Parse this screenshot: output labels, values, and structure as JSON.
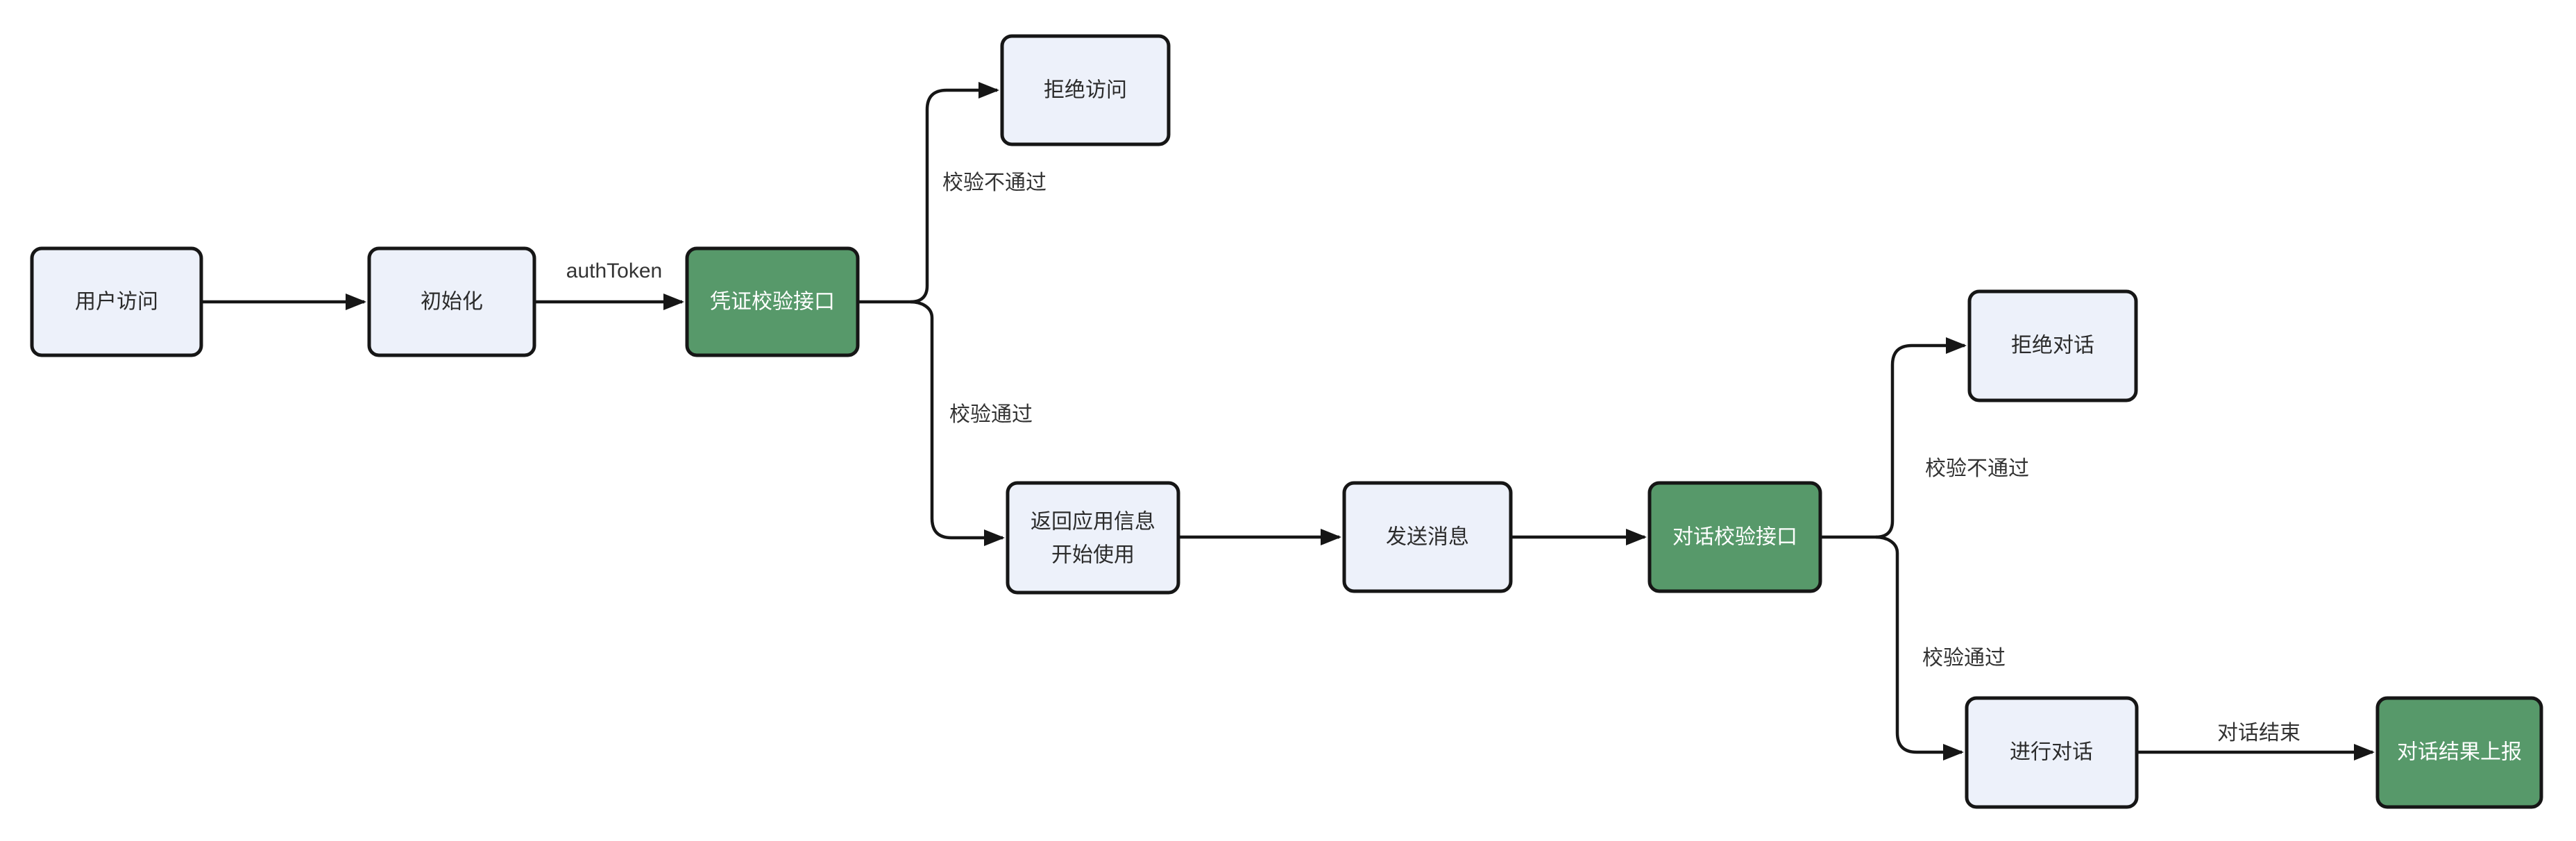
{
  "diagram": {
    "type": "flowchart",
    "direction": "left-to-right",
    "background": "#ffffff",
    "colors": {
      "node_fill": "#edf1fa",
      "node_border": "#161616",
      "node_text": "#2b2b2b",
      "accent_fill": "#57996a",
      "accent_text": "#ffffff",
      "edge_stroke": "#161616",
      "edge_label_text": "#333333"
    },
    "nodes": {
      "user_access": {
        "label": "用户访问"
      },
      "init": {
        "label": "初始化"
      },
      "credential_check": {
        "label": "凭证校验接口"
      },
      "deny_access": {
        "label": "拒绝访问"
      },
      "return_app_info": {
        "line1": "返回应用信息",
        "line2": "开始使用"
      },
      "send_message": {
        "label": "发送消息"
      },
      "dialog_check": {
        "label": "对话校验接口"
      },
      "deny_dialog": {
        "label": "拒绝对话"
      },
      "do_dialog": {
        "label": "进行对话"
      },
      "report_result": {
        "label": "对话结果上报"
      }
    },
    "edge_labels": {
      "auth_token": "authToken",
      "credential_fail": "校验不通过",
      "credential_pass": "校验通过",
      "dialog_fail": "校验不通过",
      "dialog_pass": "校验通过",
      "dialog_end": "对话结束"
    }
  }
}
